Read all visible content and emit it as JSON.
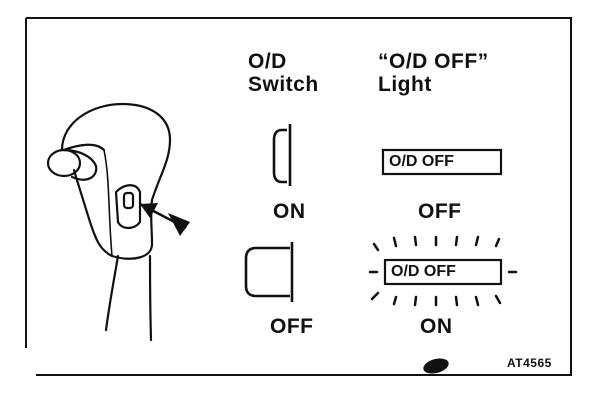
{
  "columns": {
    "switch_header_line1": "O/D",
    "switch_header_line2": "Switch",
    "light_header_line1": "“O/D OFF”",
    "light_header_line2": "Light"
  },
  "rows": [
    {
      "switch_state": "ON",
      "switch_position": "pushed-in",
      "light_text": "O/D OFF",
      "light_state": "OFF",
      "light_illuminated": false
    },
    {
      "switch_state": "OFF",
      "switch_position": "popped-out",
      "light_text": "O/D OFF",
      "light_state": "ON",
      "light_illuminated": true
    }
  ],
  "figure_ref": "AT4565",
  "icons": [
    "shift-lever-icon",
    "arrow-pointer-icon",
    "switch-pushed-icon",
    "switch-released-icon",
    "indicator-light-icon",
    "light-rays-icon"
  ]
}
